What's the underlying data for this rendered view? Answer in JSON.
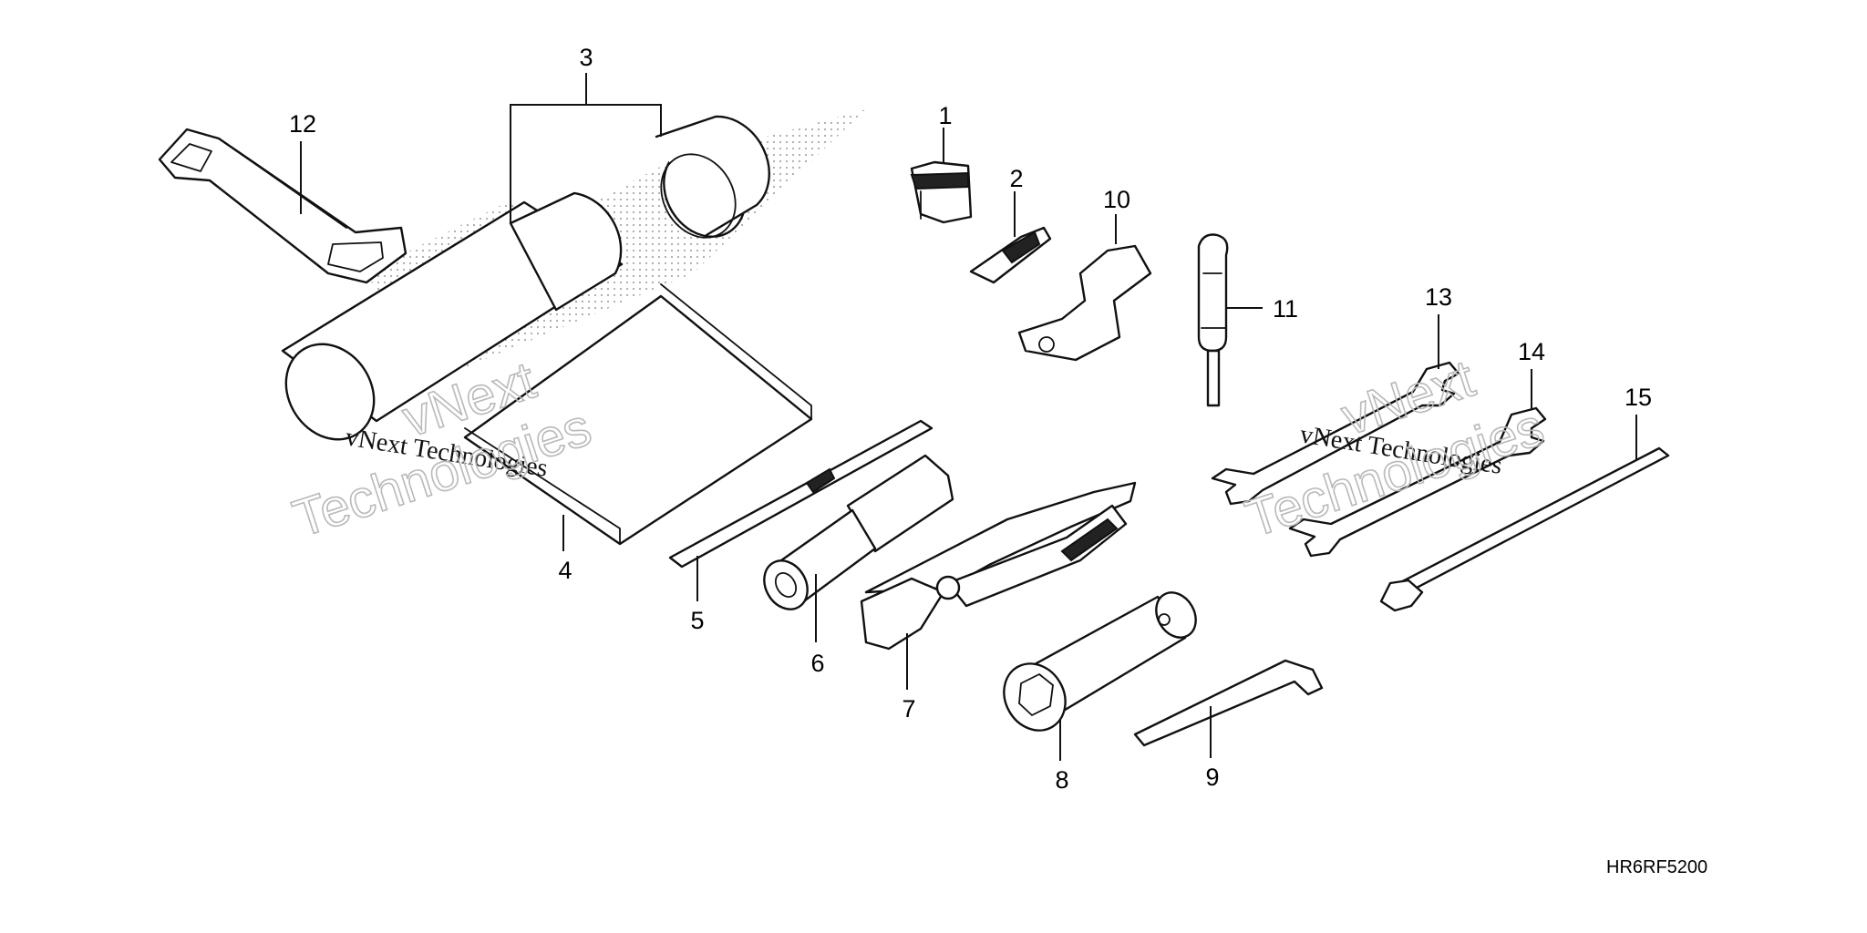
{
  "diagram": {
    "callouts": [
      "1",
      "2",
      "3",
      "4",
      "5",
      "6",
      "7",
      "8",
      "9",
      "10",
      "11",
      "12",
      "13",
      "14",
      "15"
    ],
    "drawing_code": "HR6RF5200",
    "watermark": {
      "brand_line": "vNext Technologies",
      "word_top": "vNext",
      "word_bottom": "Technologies"
    }
  }
}
